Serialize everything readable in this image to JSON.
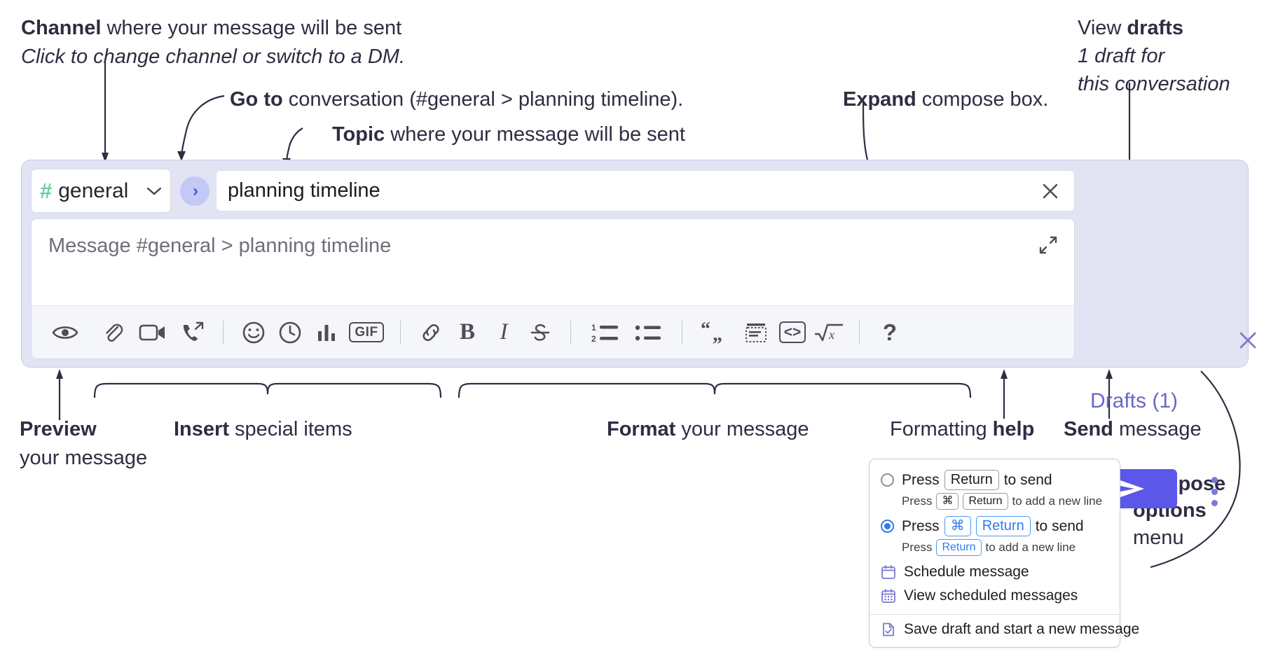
{
  "annotations": {
    "channel": {
      "bold": "Channel",
      "rest": " where your message will be sent",
      "italic": "Click to change channel or switch to a DM."
    },
    "goto": {
      "bold": "Go to",
      "rest": " conversation (#general > planning timeline)."
    },
    "topic": {
      "bold": "Topic",
      "rest": " where your message will be sent"
    },
    "expand": {
      "bold": "Expand",
      "rest": " compose box."
    },
    "drafts": {
      "lead": "View ",
      "bold": "drafts",
      "line2": "1 draft for",
      "line3": "this conversation"
    },
    "preview": {
      "bold": "Preview",
      "line2": "your message"
    },
    "insert": {
      "bold": "Insert",
      "rest": " special items"
    },
    "format": {
      "bold": "Format",
      "rest": " your message"
    },
    "help": {
      "lead": "Formatting ",
      "bold": "help"
    },
    "send": {
      "bold": "Send",
      "rest": " message"
    },
    "compose_options": {
      "line1": "Compose",
      "line2": "options",
      "line3": "menu"
    }
  },
  "compose": {
    "channel": {
      "hash": "#",
      "name": "general",
      "chevron": "⌄"
    },
    "goto_button": {
      "glyph": "›"
    },
    "topic": {
      "value": "planning timeline"
    },
    "message": {
      "placeholder": "Message #general > planning timeline"
    },
    "drafts_link": "Drafts (1)",
    "toolbar": [
      {
        "name": "preview-icon",
        "label": "Preview"
      },
      {
        "name": "attachment-icon",
        "label": "Attach file"
      },
      {
        "name": "video-icon",
        "label": "Video"
      },
      {
        "name": "call-icon",
        "label": "Call"
      },
      {
        "name": "emoji-icon",
        "label": "Emoji"
      },
      {
        "name": "clock-icon",
        "label": "Reminder"
      },
      {
        "name": "poll-icon",
        "label": "Poll"
      },
      {
        "name": "gif-icon",
        "label": "GIF"
      },
      {
        "name": "link-icon",
        "label": "Link"
      },
      {
        "name": "bold-icon",
        "label": "B"
      },
      {
        "name": "italic-icon",
        "label": "I"
      },
      {
        "name": "strikethrough-icon",
        "label": "S"
      },
      {
        "name": "ordered-list-icon",
        "label": "Numbered list"
      },
      {
        "name": "bulleted-list-icon",
        "label": "Bulleted list"
      },
      {
        "name": "blockquote-icon",
        "label": "Quote"
      },
      {
        "name": "code-block-icon",
        "label": "Code block"
      },
      {
        "name": "code-icon",
        "label": "Code"
      },
      {
        "name": "math-icon",
        "label": "Math"
      },
      {
        "name": "help-icon",
        "label": "?"
      }
    ],
    "send_label": "Send"
  },
  "menu": {
    "options": [
      {
        "selected": false,
        "main": [
          {
            "t": "text",
            "v": "Press"
          },
          {
            "t": "key",
            "v": "Return"
          },
          {
            "t": "text",
            "v": "to send"
          }
        ],
        "sub": [
          {
            "t": "text",
            "v": "Press"
          },
          {
            "t": "key",
            "v": "⌘"
          },
          {
            "t": "key",
            "v": "Return"
          },
          {
            "t": "text",
            "v": "to add a new line"
          }
        ]
      },
      {
        "selected": true,
        "main": [
          {
            "t": "text",
            "v": "Press"
          },
          {
            "t": "key-blue",
            "v": "⌘"
          },
          {
            "t": "key-blue",
            "v": "Return"
          },
          {
            "t": "text",
            "v": "to send"
          }
        ],
        "sub": [
          {
            "t": "text",
            "v": "Press"
          },
          {
            "t": "key-blue",
            "v": "Return"
          },
          {
            "t": "text",
            "v": "to add a new line"
          }
        ]
      }
    ],
    "items": [
      {
        "icon": "calendar-icon",
        "label": "Schedule message"
      },
      {
        "icon": "calendar-grid-icon",
        "label": "View scheduled messages"
      },
      {
        "icon": "save-draft-icon",
        "label": "Save draft and start a new message",
        "divider_before": true
      }
    ]
  },
  "colors": {
    "accent": "#5b57e8",
    "card_bg": "#e2e3f3",
    "channel_hash": "#6fd09a",
    "drafts_text": "#6a68c4",
    "radio_blue": "#2f7ced"
  }
}
